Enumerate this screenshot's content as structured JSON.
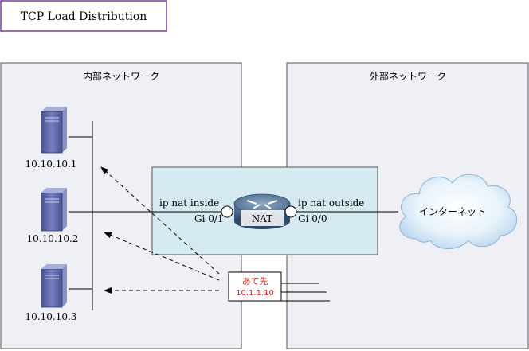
{
  "title": "TCP Load Distribution",
  "zones": {
    "inside": "内部ネットワーク",
    "outside": "外部ネットワーク"
  },
  "servers": [
    {
      "ip": "10.10.10.1"
    },
    {
      "ip": "10.10.10.2"
    },
    {
      "ip": "10.10.10.3"
    }
  ],
  "router": {
    "label": "NAT",
    "inside_cmd": "ip nat inside",
    "outside_cmd": "ip nat outside",
    "inside_if": "Gi 0/1",
    "outside_if": "Gi 0/0"
  },
  "cloud_label": "インターネット",
  "packet": {
    "label": "あて先",
    "dest": "10.1.1.10"
  },
  "colors": {
    "zone_fill": "#eef0f5",
    "nat_box_fill": "#d4eaf0",
    "title_border": "#7a3a9a",
    "packet_text": "#e02020",
    "server": "#5f6aa8"
  }
}
